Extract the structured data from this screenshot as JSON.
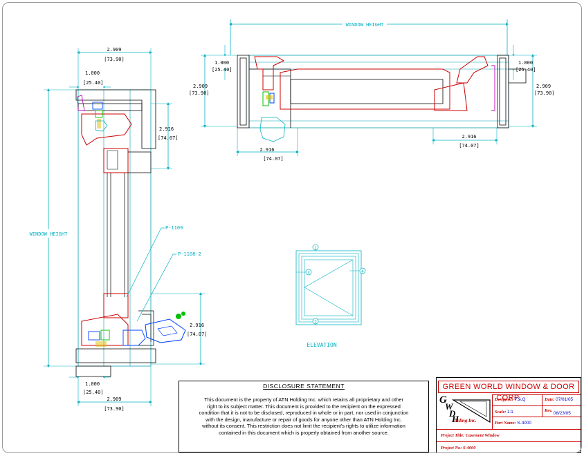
{
  "drawing": {
    "dims": {
      "d2909": "2.909",
      "d2909_mm": "[73.90]",
      "d1000": "1.000",
      "d1000_mm": "[25.40]",
      "d2916": "2.916",
      "d2916_mm": "[74.07]"
    },
    "window_height_label": "WINDOW HEIGHT",
    "part1": "P-1109",
    "part2": "P-1108-2",
    "elevation_label": "ELEVATION",
    "markers": [
      "1",
      "2",
      "3",
      "4"
    ]
  },
  "disclosure": {
    "title": "DISCLOSURE STATEMENT",
    "body": "This document is the property of ATN Holding Inc. which retains all proprietary and other right to its subject matter. This document is provided to the recipient on the expressed condition that it is not to be disclosed, reproduced in whole or in part, nor used in conjunction with the design, manufacture or repair of goods for anyone other than ATN Holding Inc. without its consent. This restriction does not limit the recipient's rights to utilize information contained in this document which is properly obtained from another source."
  },
  "title_block": {
    "company": "GREEN WORLD WINDOW & DOOR CORP.",
    "logo_letters": [
      "G",
      "W",
      "D",
      "H"
    ],
    "logo_text": "olding Inc.",
    "designed_label": "Designed:",
    "designed_value": "Y.S.Q",
    "date_label": "Date:",
    "date_value": "07/01/05",
    "scale_label": "Scale:",
    "scale_value": "1:1",
    "rev_label": "Rev.",
    "rev_value": "08/23/05",
    "part_name_label": "Part Name:",
    "part_name_value": "S-4000",
    "project_title_label": "Project Title:",
    "project_title_value": "Casement Window",
    "project_no_label": "Project No:",
    "project_no_value": "S-4000"
  },
  "colors": {
    "dim": "#00b0c0",
    "frame": "#c00000",
    "profile": "#000000",
    "glass": "#00a0b0",
    "accent_green": "#00c000",
    "accent_magenta": "#c000c0",
    "accent_blue": "#0040ff",
    "accent_yellow": "#e0c000"
  }
}
